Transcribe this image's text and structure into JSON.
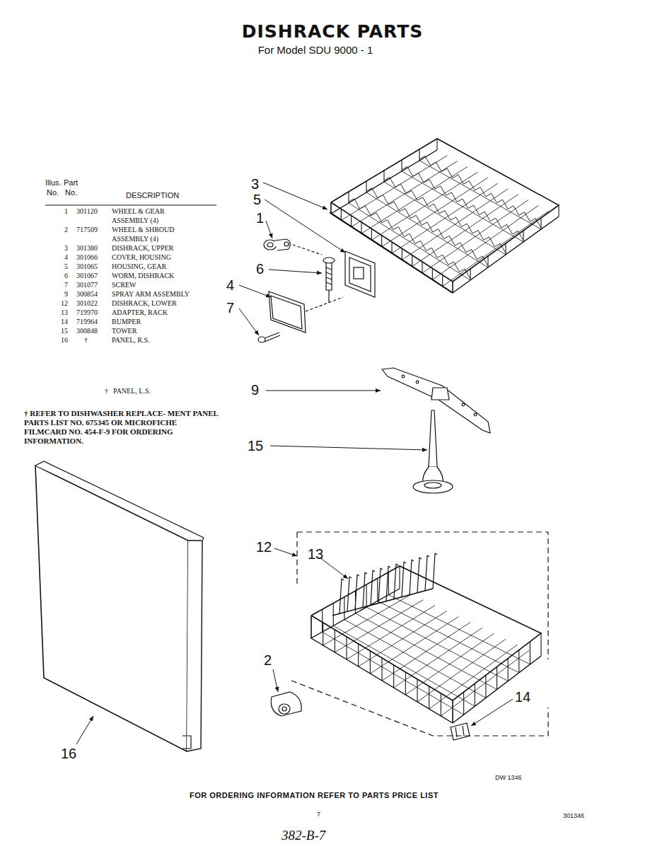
{
  "diagram": {
    "title": "DISHRACK PARTS",
    "labels": [
      "For Model SDU 9000 - 1",
      "Illus.",
      "Part",
      "No.",
      "No.",
      "DESCRIPTION",
      "1",
      "301120",
      "WHEEL & GEAR ASSEMBLY (4)",
      "2",
      "717509",
      "WHEEL & SHROUD ASSEMBLY (4)",
      "3",
      "301380",
      "DISHRACK, UPPER",
      "4",
      "301066",
      "COVER, HOUSING",
      "5",
      "301065",
      "HOUSING, GEAR",
      "6",
      "301067",
      "WORM, DISHRACK",
      "7",
      "301077",
      "SCREW",
      "9",
      "300854",
      "SPRAY ARM ASSEMBLY",
      "12",
      "301022",
      "DISHRACK, LOWER",
      "13",
      "719970",
      "ADAPTER, RACK",
      "14",
      "719964",
      "BUMPER",
      "15",
      "300848",
      "TOWER",
      "16",
      "†",
      "PANEL, R.S.",
      "†",
      "PANEL, L.S.",
      "† REFER TO DISHWASHER REPLACE- MENT PANEL PARTS LIST NO. 675345 OR MICROFICHE FILMCARD NO. 454-F-9 FOR ORDERING INFORMATION.",
      "3",
      "5",
      "1",
      "6",
      "4",
      "7",
      "9",
      "15",
      "12",
      "13",
      "2",
      "14",
      "16",
      "DW 1346",
      "FOR ORDERING INFORMATION REFER TO PARTS PRICE LIST",
      "7",
      "301346",
      "382-B-7"
    ]
  }
}
